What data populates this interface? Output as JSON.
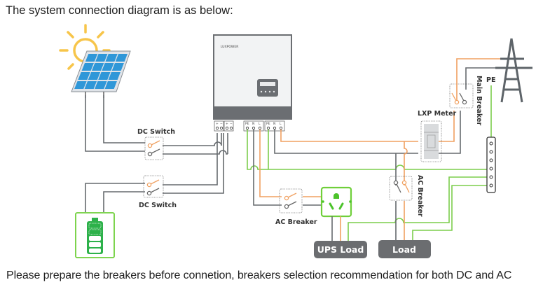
{
  "heading": "The system connection diagram is as below:",
  "footer": "Please prepare the breakers before connetion, breakers selection recommendation for both DC and AC",
  "inverter": {
    "brand": "LUXPOWER",
    "terminals_dc": [
      "+",
      "−",
      "+",
      "−"
    ],
    "terminals_ac_1": [
      "PE",
      "N",
      "L"
    ],
    "terminals_ac_2": [
      "PE",
      "N",
      "L"
    ]
  },
  "labels": {
    "dc_switch_top": "DC Switch",
    "dc_switch_bottom": "DC Switch",
    "ac_breaker_ups": "AC Breaker",
    "ac_breaker_load": "AC Breaker",
    "lxp_meter": "LXP Meter",
    "main_breaker": "Main Breaker",
    "pe": "PE"
  },
  "loads": {
    "ups_load": "UPS Load",
    "load": "Load"
  },
  "colors": {
    "live": "#f0a060",
    "neutral": "#666a6e",
    "earth": "#7ccd4c",
    "battery": "#2db14a",
    "panel": "#2f97d8",
    "sun": "#f7c54a",
    "load_box": "#6b6d70"
  }
}
